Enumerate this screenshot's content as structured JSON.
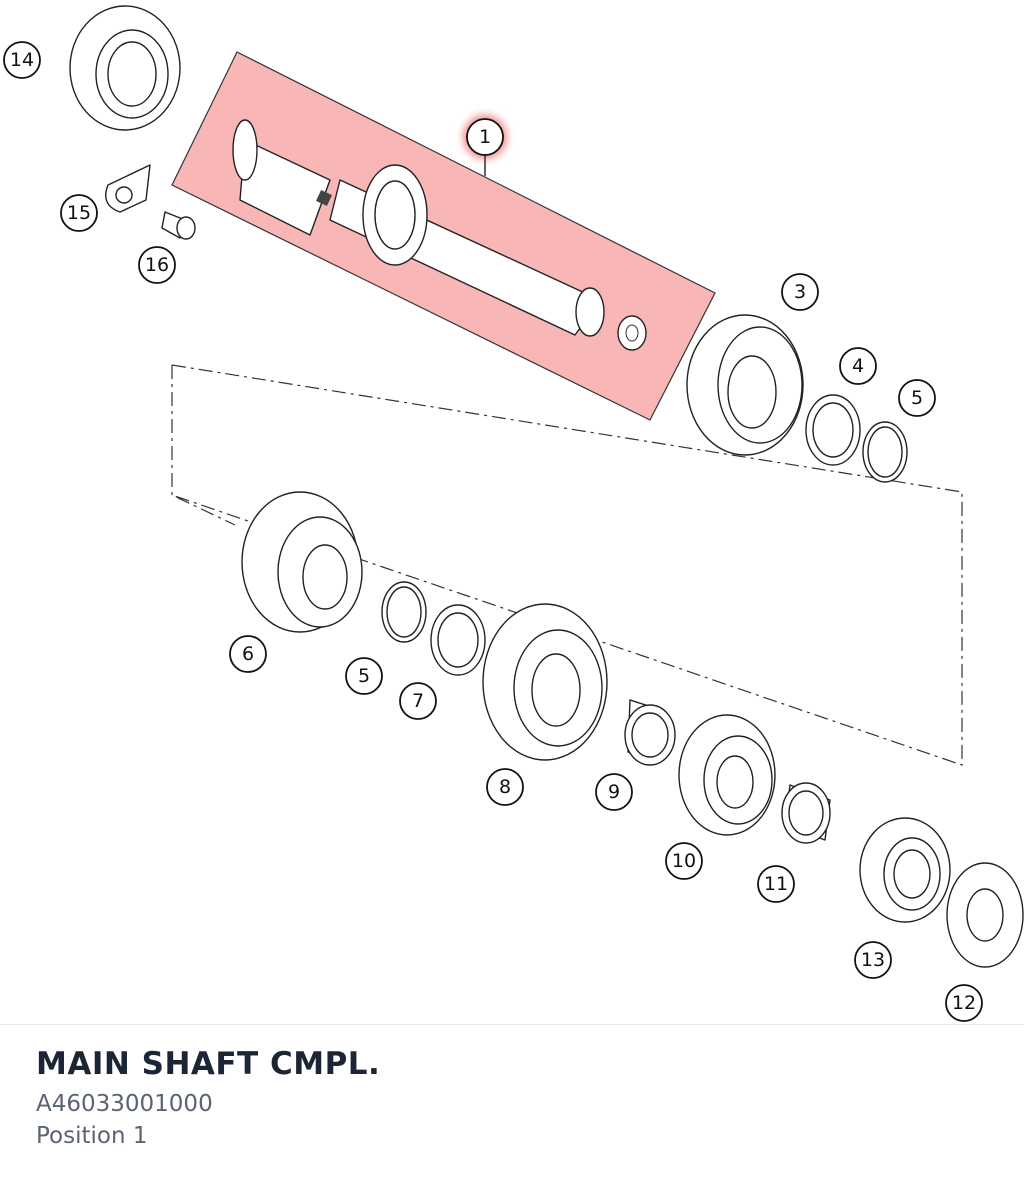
{
  "diagram": {
    "callouts": [
      "14",
      "1",
      "15",
      "16",
      "3",
      "4",
      "5",
      "6",
      "5",
      "7",
      "8",
      "9",
      "10",
      "11",
      "13",
      "12"
    ],
    "highlight_color": "#f5a3a3",
    "highlight_glow": "#f28b8b"
  },
  "part_info": {
    "title": "MAIN SHAFT CMPL.",
    "part_number": "A46033001000",
    "position": "Position 1"
  }
}
